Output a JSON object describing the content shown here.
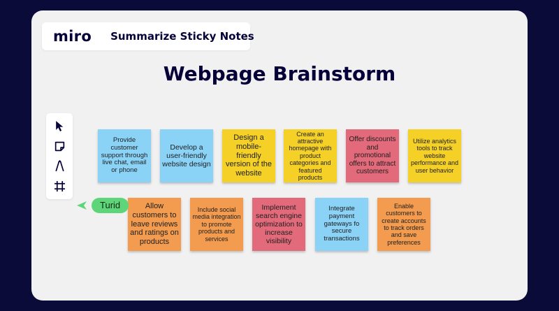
{
  "header": {
    "logo": "miro",
    "title": "Summarize Sticky Notes"
  },
  "board": {
    "title": "Webpage Brainstorm"
  },
  "toolbar": {
    "tools": [
      "select-icon",
      "sticky-note-icon",
      "pen-icon",
      "frame-icon"
    ]
  },
  "cursor": {
    "name": "Turid",
    "color": "#5fd57a"
  },
  "colors": {
    "blue": "#8ad3f7",
    "yellow": "#f5d128",
    "red": "#e26a7a",
    "orange": "#f39c4f"
  },
  "notes": {
    "row1": [
      {
        "text": "Provide customer support through live chat, email or phone",
        "color": "blue"
      },
      {
        "text": "Develop a user-friendly website design",
        "color": "blue"
      },
      {
        "text": "Design a mobile-friendly version of the website",
        "color": "yellow"
      },
      {
        "text": "Create an attractive homepage with product categories and featured products",
        "color": "yellow"
      },
      {
        "text": "Offer discounts and promotional offers to attract customers",
        "color": "red"
      },
      {
        "text": "Utilize analytics tools to track website performance and user behavior",
        "color": "yellow"
      }
    ],
    "row2": [
      {
        "text": "Allow customers to leave reviews and ratings on products",
        "color": "orange"
      },
      {
        "text": "Include social media integration to promote products and services",
        "color": "orange"
      },
      {
        "text": "Implement search engine optimization to increase visibility",
        "color": "red"
      },
      {
        "text": "Integrate payment gateways fo secure transactions",
        "color": "blue"
      },
      {
        "text": "Enable customers to create accounts to track orders and save preferences",
        "color": "orange"
      }
    ]
  }
}
